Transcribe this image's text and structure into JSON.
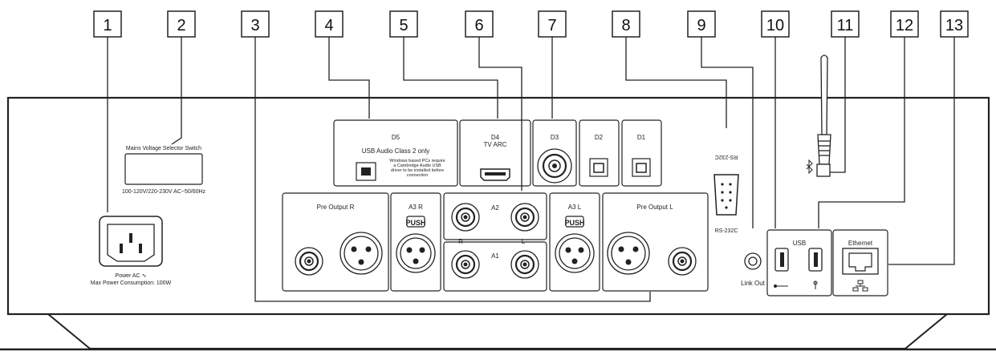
{
  "callouts": [
    "1",
    "2",
    "3",
    "4",
    "5",
    "6",
    "7",
    "8",
    "9",
    "10",
    "11",
    "12",
    "13"
  ],
  "labels": {
    "mains_switch": "Mains Voltage Selector Switch",
    "voltage_range": "100-120V/220-230V AC~50/60Hz",
    "power": "Power AC ∿",
    "max_power": "Max Power Consumption: 100W",
    "d5": "D5",
    "usb_audio_class": "USB Audio Class 2 only",
    "windows_note_1": "Windows based PCs require",
    "windows_note_2": "a Cambridge Audio USB",
    "windows_note_3": "driver to be installed before",
    "windows_note_4": "connection",
    "d4": "D4",
    "tv_arc": "TV ARC",
    "d3": "D3",
    "d2": "D2",
    "d1": "D1",
    "rs232c": "RS-232C",
    "pre_output_r": "Pre Output R",
    "a3r": "A3 R",
    "a2": "A2",
    "a1": "A1",
    "a3l": "A3 L",
    "pre_output_l": "Pre Output L",
    "push": "PUSH",
    "r": "R",
    "l": "L",
    "link_out": "Link Out",
    "usb": "USB",
    "ethernet": "Ethernet"
  }
}
